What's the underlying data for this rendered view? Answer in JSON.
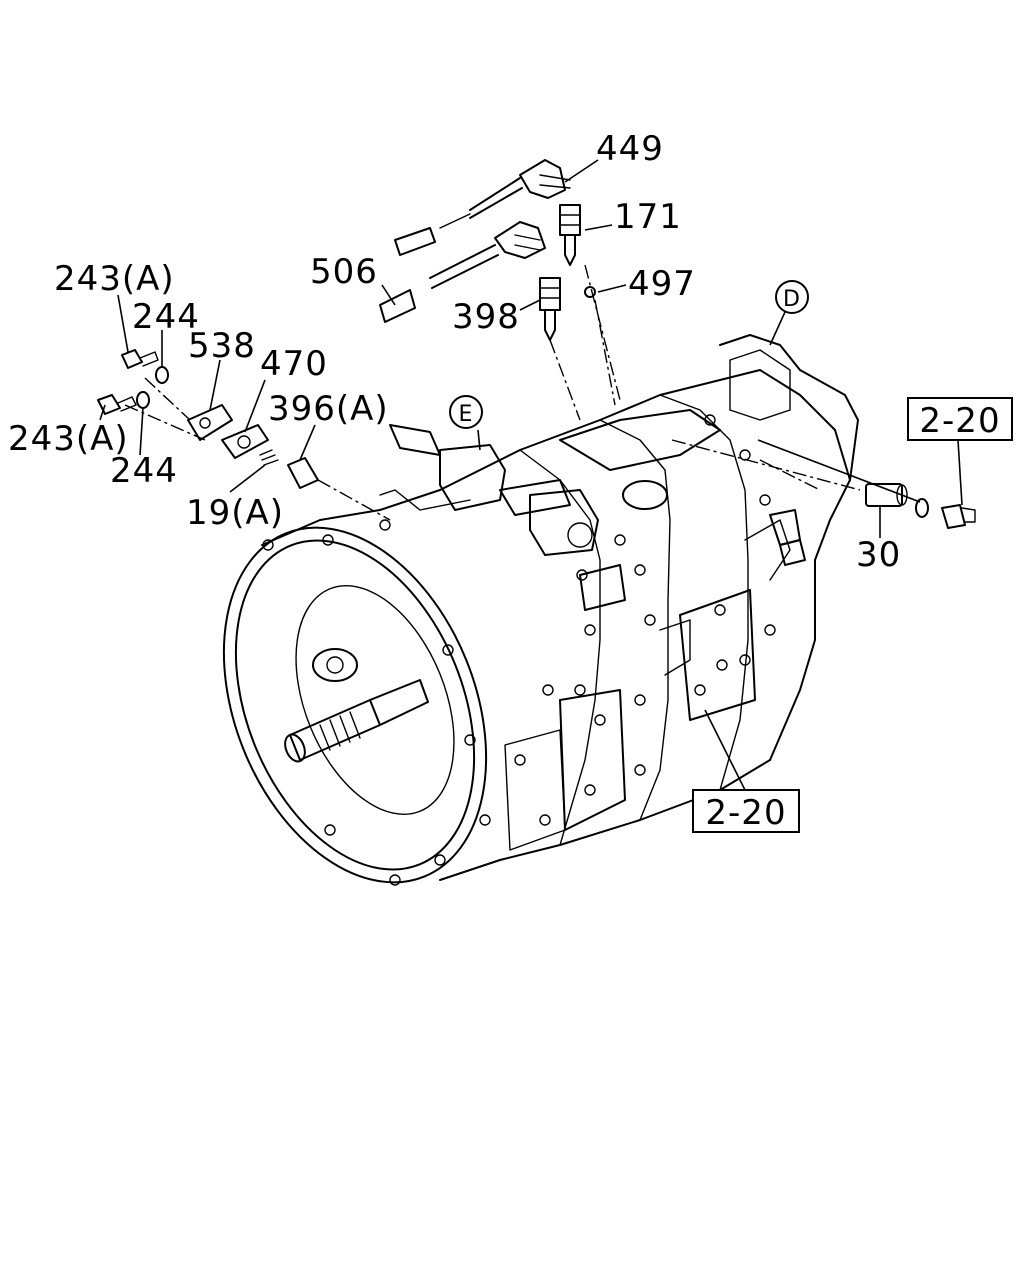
{
  "labels": {
    "p449": "449",
    "p171": "171",
    "p506": "506",
    "p497": "497",
    "p398": "398",
    "p243a_top": "243(A)",
    "p244_top": "244",
    "p538": "538",
    "p470": "470",
    "p396a": "396(A)",
    "p243a_bottom": "243(A)",
    "p244_bottom": "244",
    "p19a": "19(A)",
    "p30": "30",
    "ref_top": "2-20",
    "ref_bottom": "2-20",
    "view_d": "D",
    "view_e": "E"
  }
}
